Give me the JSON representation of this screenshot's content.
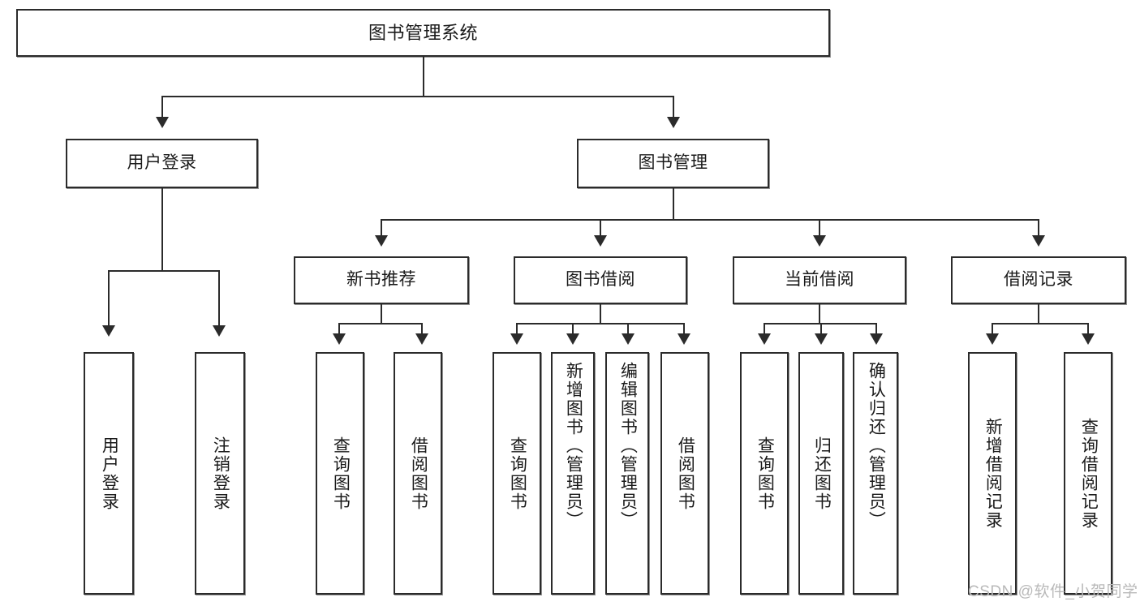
{
  "diagram": {
    "type": "tree-hierarchy",
    "title": "图书管理系统",
    "root": {
      "id": "root",
      "label": "图书管理系统",
      "orientation": "horizontal"
    },
    "level2": [
      {
        "id": "user-login",
        "label": "用户登录",
        "orientation": "horizontal"
      },
      {
        "id": "book-management",
        "label": "图书管理",
        "orientation": "horizontal"
      }
    ],
    "level3": [
      {
        "id": "new-book-recommend",
        "label": "新书推荐",
        "parent": "book-management",
        "orientation": "horizontal"
      },
      {
        "id": "book-borrow",
        "label": "图书借阅",
        "parent": "book-management",
        "orientation": "horizontal"
      },
      {
        "id": "current-borrow",
        "label": "当前借阅",
        "parent": "book-management",
        "orientation": "horizontal"
      },
      {
        "id": "borrow-record",
        "label": "借阅记录",
        "parent": "book-management",
        "orientation": "horizontal"
      }
    ],
    "leaves": [
      {
        "id": "leaf-user-login",
        "label": "用户登录",
        "parent": "user-login",
        "orientation": "vertical"
      },
      {
        "id": "leaf-user-logout",
        "label": "注销登录",
        "parent": "user-login",
        "orientation": "vertical"
      },
      {
        "id": "leaf-query-book-recommend",
        "label": "查询图书",
        "parent": "new-book-recommend",
        "orientation": "vertical"
      },
      {
        "id": "leaf-borrow-book-recommend",
        "label": "借阅图书",
        "parent": "new-book-recommend",
        "orientation": "vertical"
      },
      {
        "id": "leaf-query-book-borrow",
        "label": "查询图书",
        "parent": "book-borrow",
        "orientation": "vertical"
      },
      {
        "id": "leaf-add-book",
        "label": "新增图书（管理员）",
        "parent": "book-borrow",
        "orientation": "vertical"
      },
      {
        "id": "leaf-edit-book",
        "label": "编辑图书（管理员）",
        "parent": "book-borrow",
        "orientation": "vertical"
      },
      {
        "id": "leaf-borrow-book",
        "label": "借阅图书",
        "parent": "book-borrow",
        "orientation": "vertical"
      },
      {
        "id": "leaf-query-book-current",
        "label": "查询图书",
        "parent": "current-borrow",
        "orientation": "vertical"
      },
      {
        "id": "leaf-return-book",
        "label": "归还图书",
        "parent": "current-borrow",
        "orientation": "vertical"
      },
      {
        "id": "leaf-confirm-return",
        "label": "确认归还（管理员）",
        "parent": "current-borrow",
        "orientation": "vertical"
      },
      {
        "id": "leaf-add-record",
        "label": "新增借阅记录",
        "parent": "borrow-record",
        "orientation": "vertical"
      },
      {
        "id": "leaf-query-record",
        "label": "查询借阅记录",
        "parent": "borrow-record",
        "orientation": "vertical"
      }
    ]
  },
  "watermark": {
    "text": "CSDN @软件_小贺同学"
  },
  "colors": {
    "stroke": "#2b2b2b",
    "fill": "#ffffff",
    "text": "#1a1a1a",
    "watermark": "#b9b9b9"
  }
}
